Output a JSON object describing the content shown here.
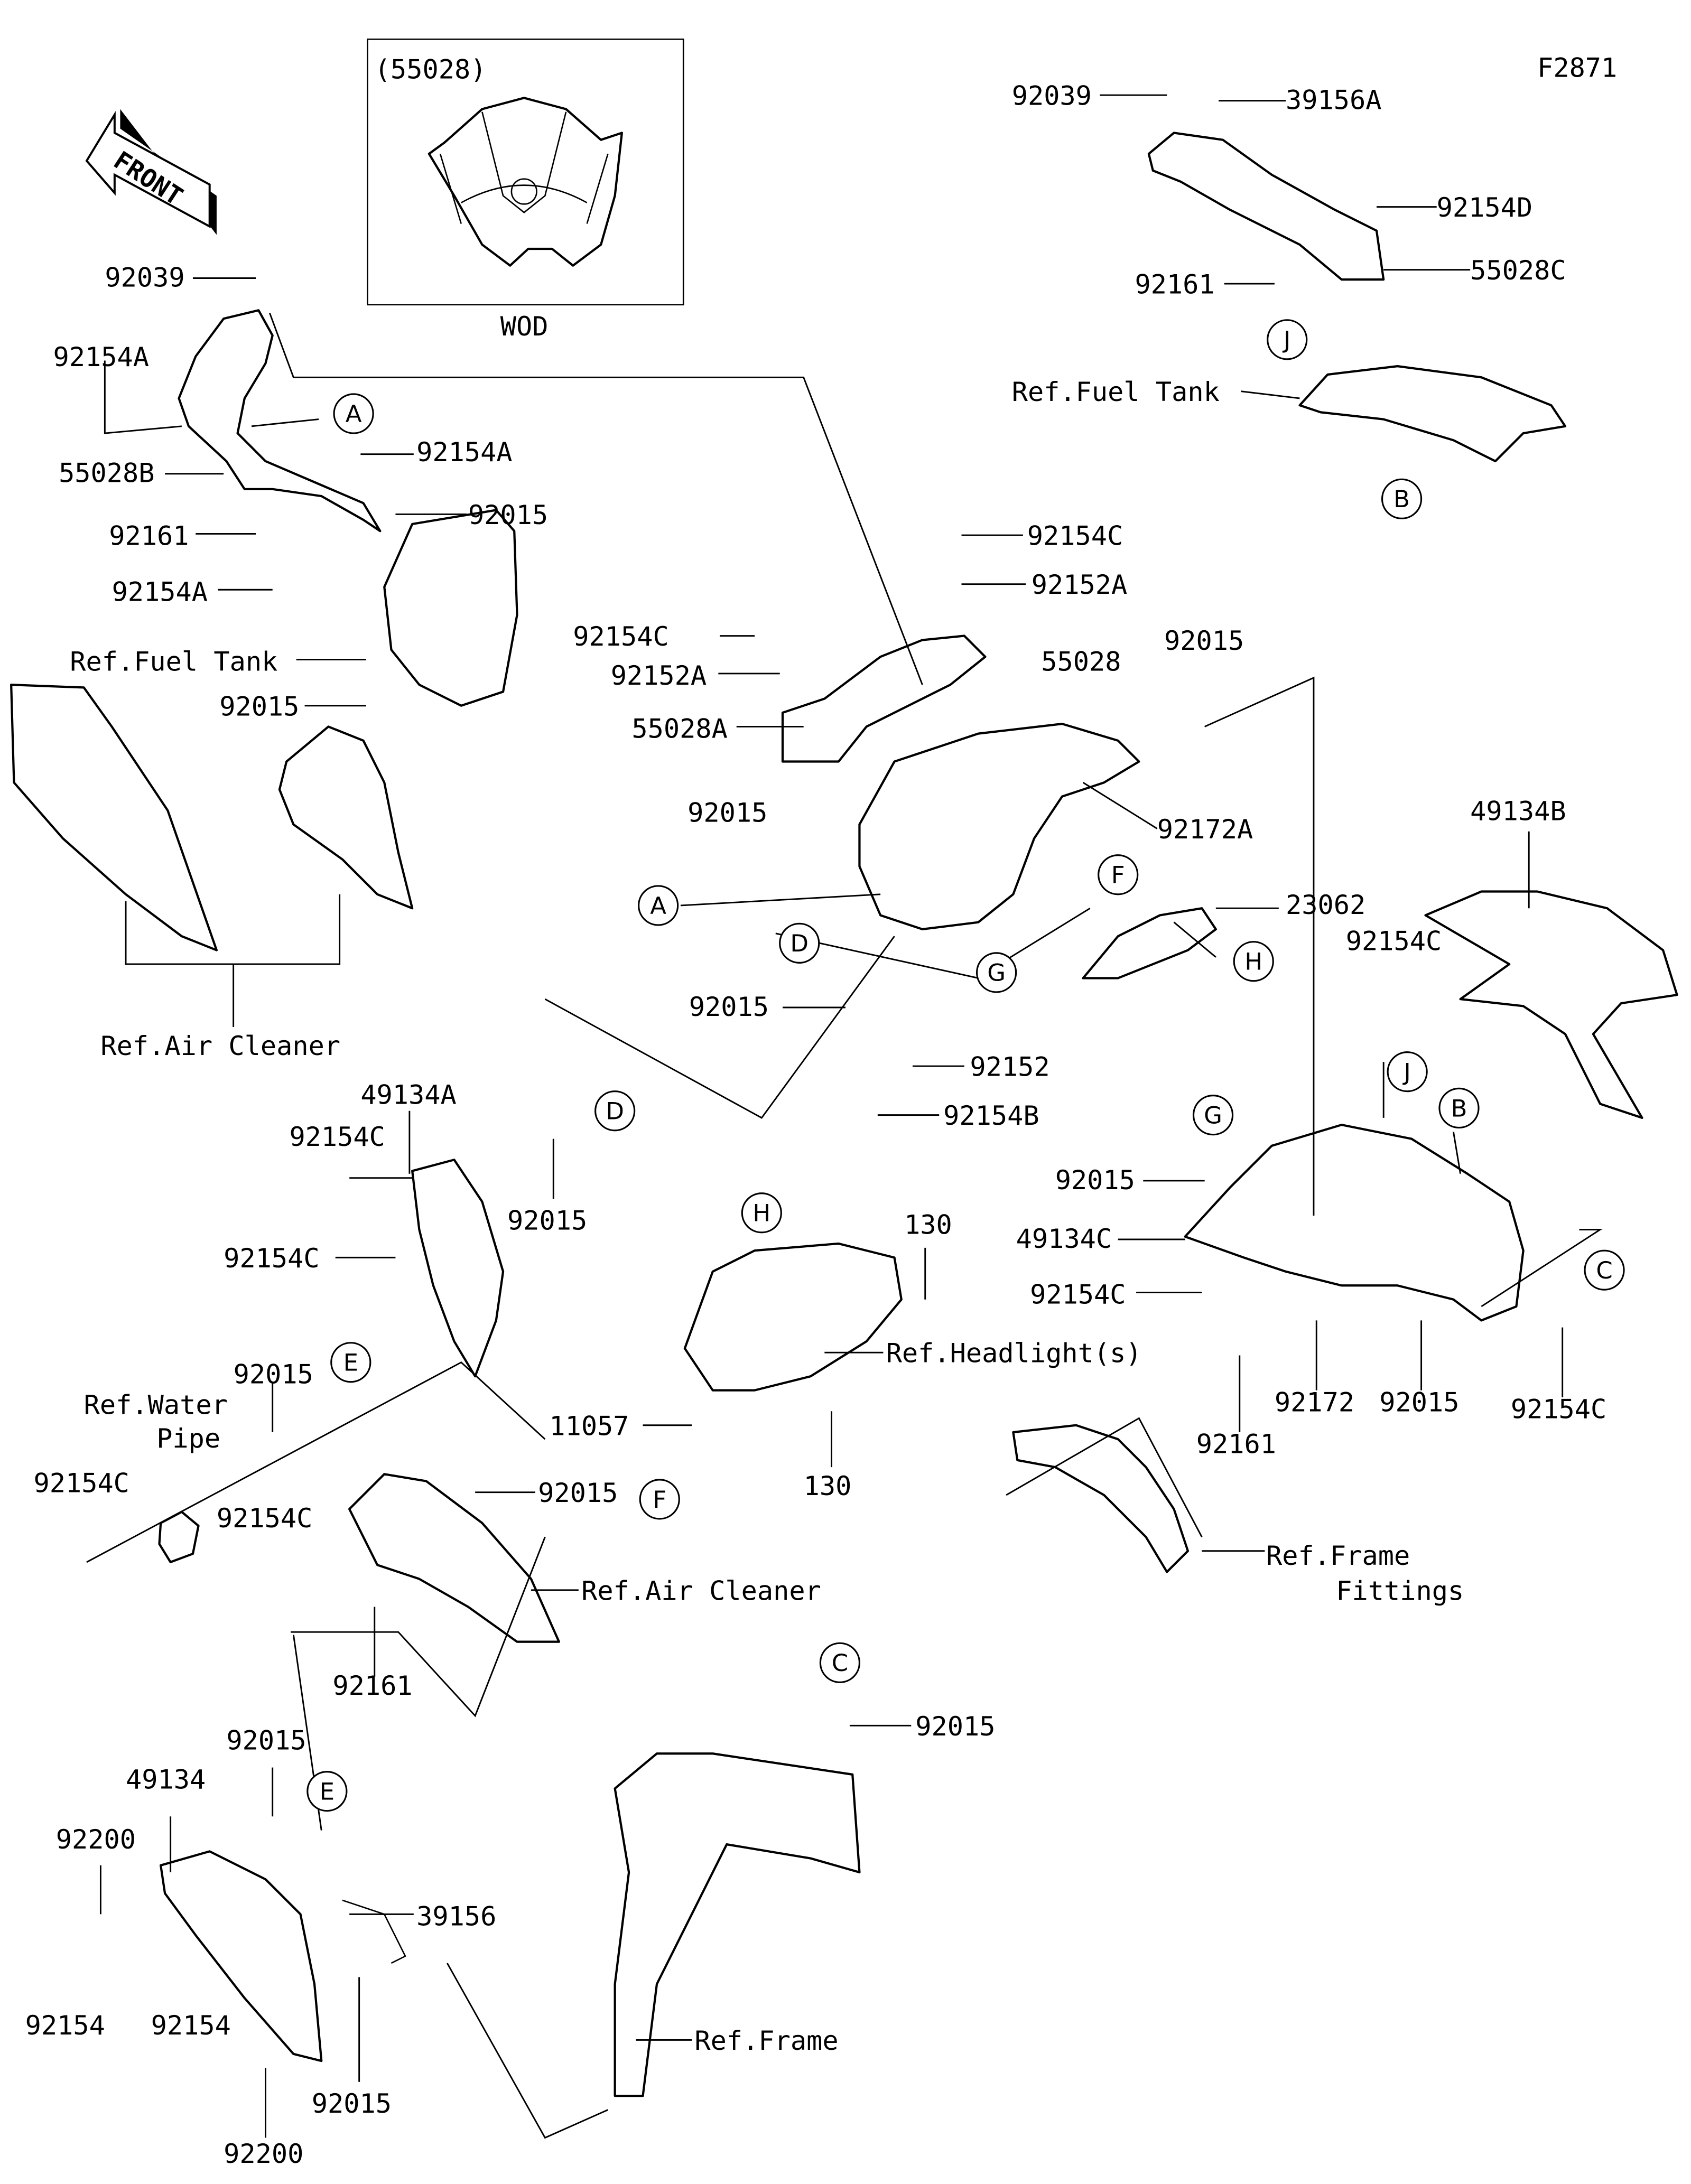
{
  "diagram": {
    "figure_id": "F2871",
    "inset": {
      "title": "(55028)",
      "caption": "WOD"
    },
    "front_arrow": "FRONT",
    "labels": [
      "92039",
      "92154A",
      "55028B",
      "92154A",
      "92015",
      "92161",
      "92154A",
      "Ref.Fuel Tank",
      "92015",
      "Ref.Air Cleaner",
      "92039",
      "39156A",
      "92154D",
      "55028C",
      "92161",
      "Ref.Fuel Tank",
      "92154C",
      "92152A",
      "92154C",
      "92152A",
      "55028",
      "92015",
      "55028A",
      "92015",
      "92172A",
      "49134B",
      "23062",
      "92154C",
      "92015",
      "92152",
      "92154B",
      "49134A",
      "92154C",
      "92015",
      "92154C",
      "92015",
      "49134C",
      "92154C",
      "130",
      "Ref.Headlight(s)",
      "92015",
      "Ref.Water",
      "Pipe",
      "92154C",
      "11057",
      "92015",
      "92154C",
      "130",
      "92172",
      "92015",
      "92154C",
      "92161",
      "Ref.Frame",
      "Fittings",
      "Ref.Air Cleaner",
      "92161",
      "92015",
      "92015",
      "49134",
      "92200",
      "39156",
      "92154",
      "92154",
      "Ref.Frame",
      "92015",
      "92200"
    ],
    "callouts": [
      "A",
      "A",
      "D",
      "F",
      "D",
      "G",
      "H",
      "E",
      "F",
      "H",
      "J",
      "B",
      "G",
      "J",
      "B",
      "C",
      "C",
      "E"
    ]
  }
}
